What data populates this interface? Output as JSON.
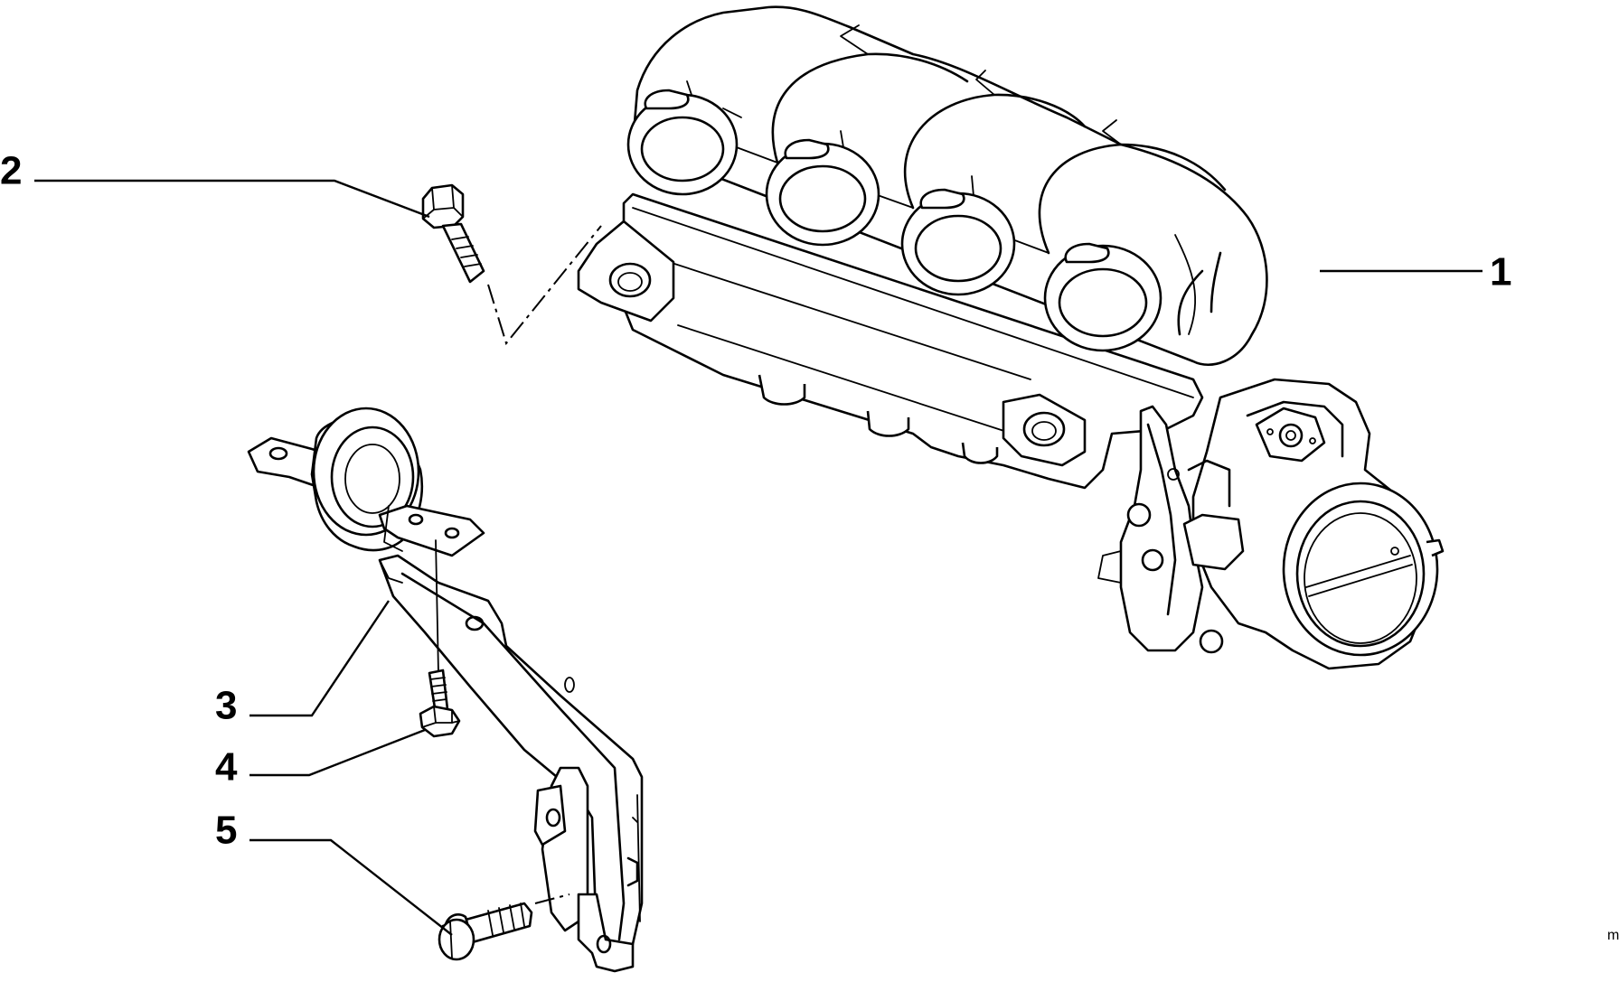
{
  "callouts": [
    {
      "id": "1",
      "label": "1"
    },
    {
      "id": "2",
      "label": "2"
    },
    {
      "id": "3",
      "label": "3"
    },
    {
      "id": "4",
      "label": "4"
    },
    {
      "id": "5",
      "label": "5"
    }
  ],
  "corner_mark": "m"
}
